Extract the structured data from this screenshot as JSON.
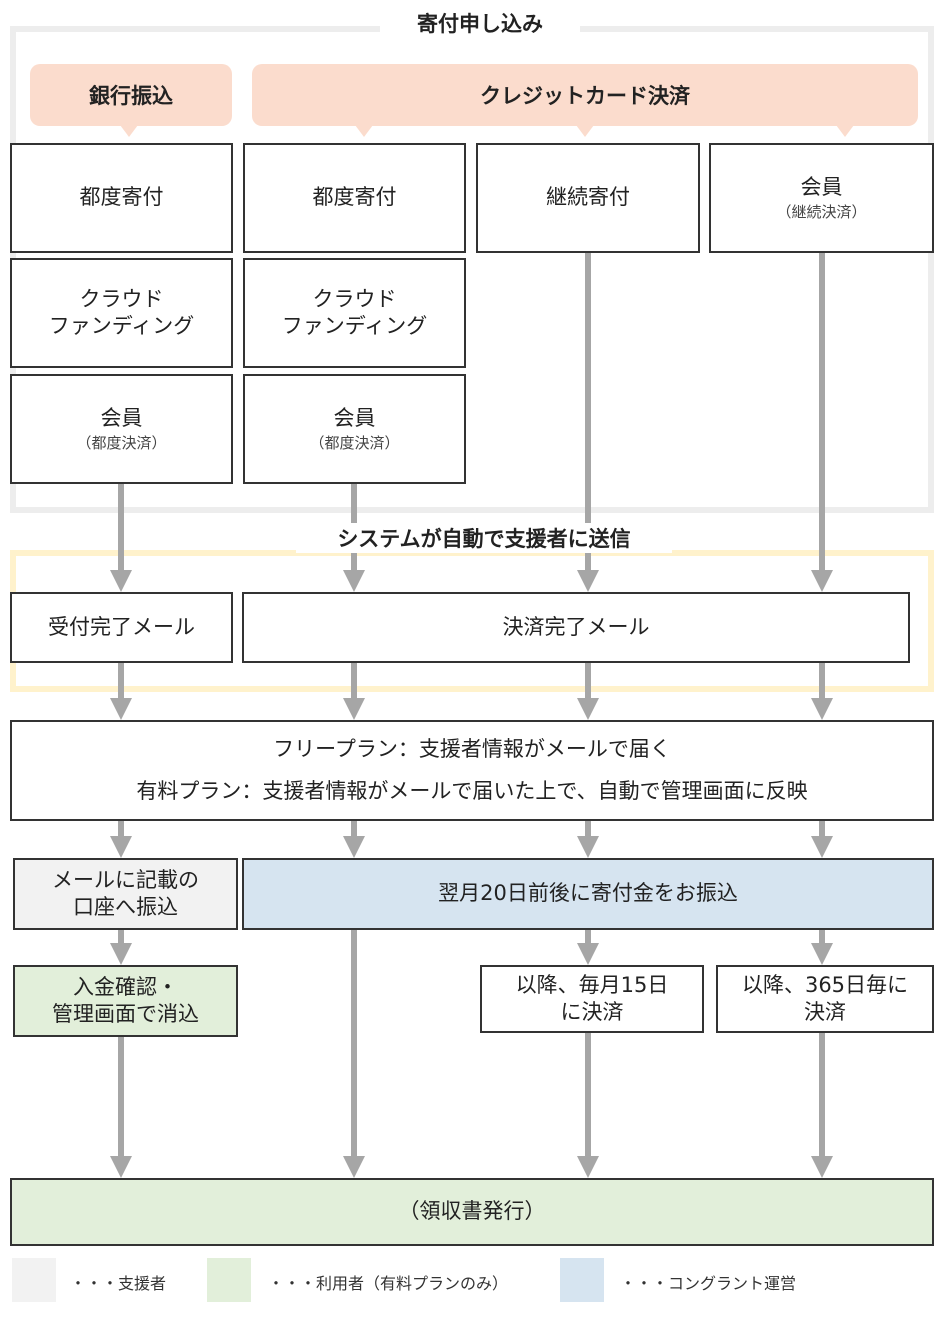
{
  "section_application": {
    "title": "寄付申し込み"
  },
  "section_system": {
    "title": "システムが自動で支援者に送信"
  },
  "payment_methods": {
    "bank": "銀行振込",
    "credit": "クレジットカード決済"
  },
  "bank_column": {
    "one_time": "都度寄付",
    "crowdfunding_line1": "クラウド",
    "crowdfunding_line2": "ファンディング",
    "member": "会員",
    "member_note": "（都度決済）"
  },
  "credit_column": {
    "one_time": "都度寄付",
    "crowdfunding_line1": "クラウド",
    "crowdfunding_line2": "ファンディング",
    "member": "会員",
    "member_note": "（都度決済）"
  },
  "recurring_column": {
    "label": "継続寄付"
  },
  "member_recurring_column": {
    "label": "会員",
    "note": "（継続決済）"
  },
  "emails": {
    "received": "受付完了メール",
    "payment_done": "決済完了メール"
  },
  "notify": {
    "free_plan": "フリープラン：支援者情報がメールで届く",
    "paid_plan": "有料プラン：支援者情報がメールで届いた上で、自動で管理画面に反映"
  },
  "transfer": {
    "bank_line1": "メールに記載の",
    "bank_line2": "口座へ振込",
    "congrant": "翌月20日前後に寄付金をお振込"
  },
  "followup": {
    "confirm_line1": "入金確認・",
    "confirm_line2": "管理画面で消込",
    "monthly_line1": "以降、毎月15日",
    "monthly_line2": "に決済",
    "yearly_line1": "以降、365日毎に",
    "yearly_line2": "決済"
  },
  "receipt": {
    "label": "（領収書発行）"
  },
  "legend": {
    "supporter": "・・・支援者",
    "user": "・・・利用者（有料プランのみ）",
    "congrant": "・・・コングラント運営"
  },
  "colors": {
    "supporter": "#f2f2f2",
    "user": "#e2efda",
    "congrant": "#d6e4f0",
    "method_pill": "#fbdccd",
    "system_frame": "#fff2cc",
    "application_frame": "#ededed",
    "arrow": "#a6a6a6"
  }
}
